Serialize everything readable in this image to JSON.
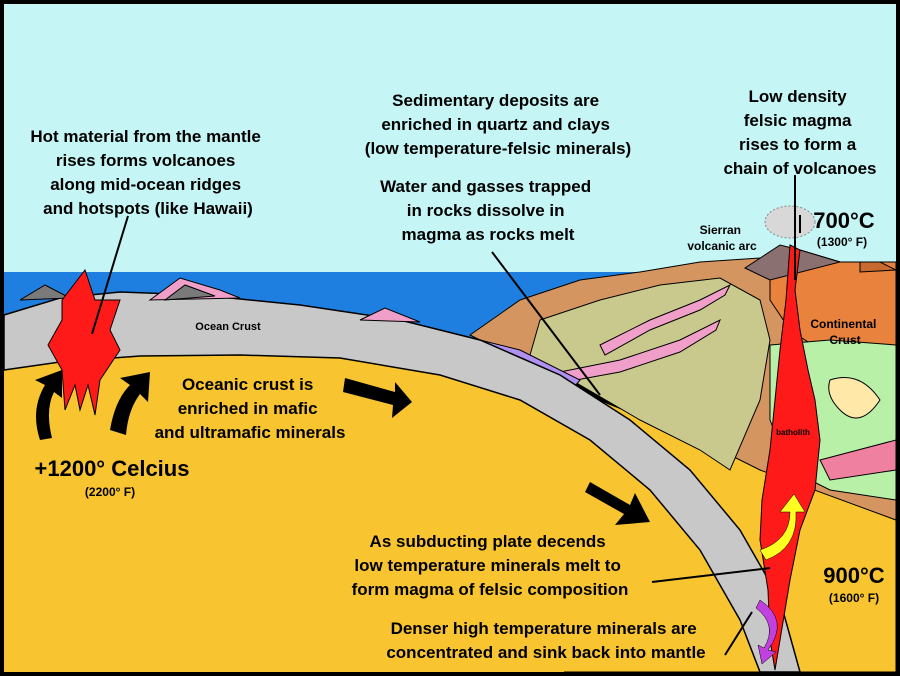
{
  "labels": {
    "hot_material": [
      "Hot material from the mantle",
      "rises forms volcanoes",
      "along mid-ocean ridges",
      "and hotspots (like Hawaii)"
    ],
    "sedimentary": [
      "Sedimentary deposits are",
      "enriched in quartz and clays",
      "(low temperature-felsic minerals)"
    ],
    "water_gasses": [
      "Water and gasses trapped",
      "in rocks dissolve in",
      "magma as rocks melt"
    ],
    "low_density": [
      "Low density",
      "felsic magma",
      "rises to form a",
      "chain of volcanoes"
    ],
    "temp_700": "700°C",
    "temp_700_f": "(1300° F)",
    "sierran": [
      "Sierran",
      "volcanic arc"
    ],
    "continental_crust": [
      "Continental",
      "Crust"
    ],
    "ocean_crust": "Ocean Crust",
    "oceanic_crust_enriched": [
      "Oceanic crust is",
      "enriched in mafic",
      "and ultramafic minerals"
    ],
    "temp_1200": "+1200° Celcius",
    "temp_1200_f": "(2200° F)",
    "batholith": "batholith",
    "subducting": [
      "As subducting plate decends",
      "low temperature minerals melt to",
      "form magma of felsic composition"
    ],
    "temp_900": "900°C",
    "temp_900_f": "(1600° F)",
    "denser": [
      "Denser high temperature minerals are",
      "concentrated and sink back into mantle"
    ]
  },
  "colors": {
    "sky": "#c5f5f5",
    "ocean": "#1f7fe0",
    "mantle": "#f8c531",
    "crust": "#c8c8c8",
    "magma": "#ff1a1a",
    "continental": "#e8823c",
    "accretionary": "#c9c98e",
    "sediment": "#d49560"
  }
}
